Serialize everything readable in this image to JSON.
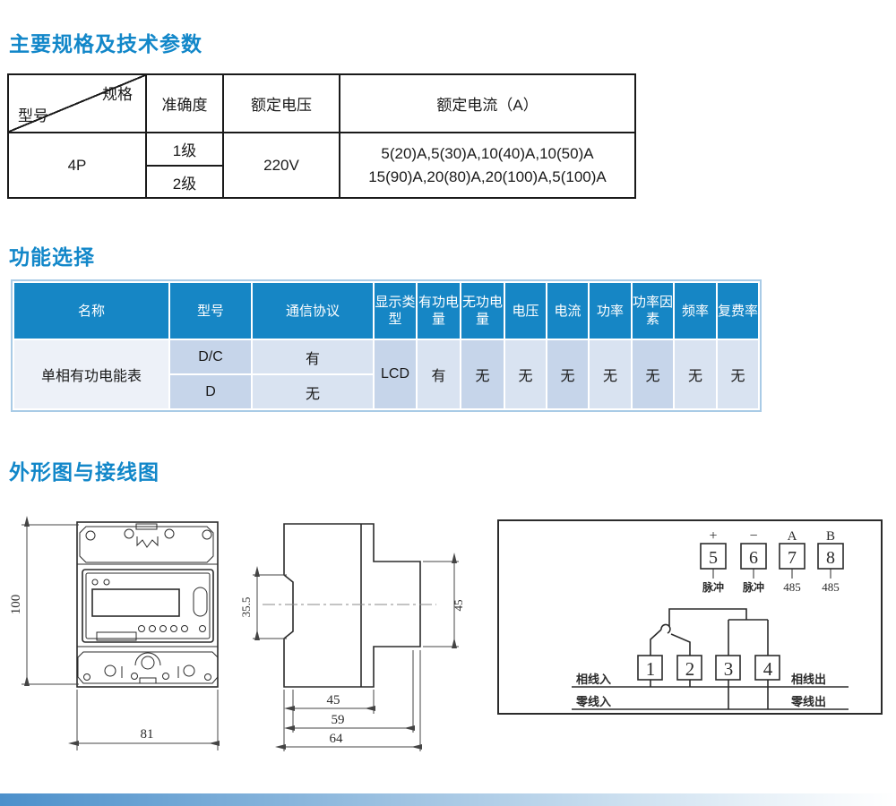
{
  "sections": {
    "specs": {
      "title": "主要规格及技术参数",
      "table": {
        "corner_top": "规格",
        "corner_bottom": "型号",
        "headers": [
          "准确度",
          "额定电压",
          "额定电流（A）"
        ],
        "model": "4P",
        "accuracy_rows": [
          "1级",
          "2级"
        ],
        "voltage": "220V",
        "current_line1": "5(20)A,5(30)A,10(40)A,10(50)A",
        "current_line2": "15(90)A,20(80)A,20(100)A,5(100)A"
      }
    },
    "functions": {
      "title": "功能选择",
      "table": {
        "headers": [
          "名称",
          "型号",
          "通信协议",
          "显示类型",
          "有功电量",
          "无功电量",
          "电压",
          "电流",
          "功率",
          "功率因素",
          "频率",
          "复费率"
        ],
        "row": {
          "name": "单相有功电能表",
          "models": [
            "D/C",
            "D"
          ],
          "protocols": [
            "有",
            "无"
          ],
          "display": "LCD",
          "active_energy": "有",
          "reactive_energy": "无",
          "voltage": "无",
          "current": "无",
          "power": "无",
          "power_factor": "无",
          "frequency": "无",
          "multi_rate": "无"
        }
      }
    },
    "drawings": {
      "title": "外形图与接线图",
      "front_view": {
        "height_dim": "100",
        "width_dim": "81"
      },
      "side_view": {
        "left_dim": "35.5",
        "right_dim": "45",
        "bottom_dims": [
          "45",
          "59",
          "64"
        ]
      },
      "wiring": {
        "top_terminals": [
          {
            "num": "5",
            "sign": "+",
            "label": "脉冲"
          },
          {
            "num": "6",
            "sign": "−",
            "label": "脉冲"
          },
          {
            "num": "7",
            "sign": "A",
            "label": "485"
          },
          {
            "num": "8",
            "sign": "B",
            "label": "485"
          }
        ],
        "bottom_terminals": [
          "1",
          "2",
          "3",
          "4"
        ],
        "labels": {
          "phase_in": "相线入",
          "neutral_in": "零线入",
          "phase_out": "相线出",
          "neutral_out": "零线出"
        }
      }
    }
  },
  "colors": {
    "title_blue": "#1287c9",
    "header_blue": "#1686c5"
  }
}
